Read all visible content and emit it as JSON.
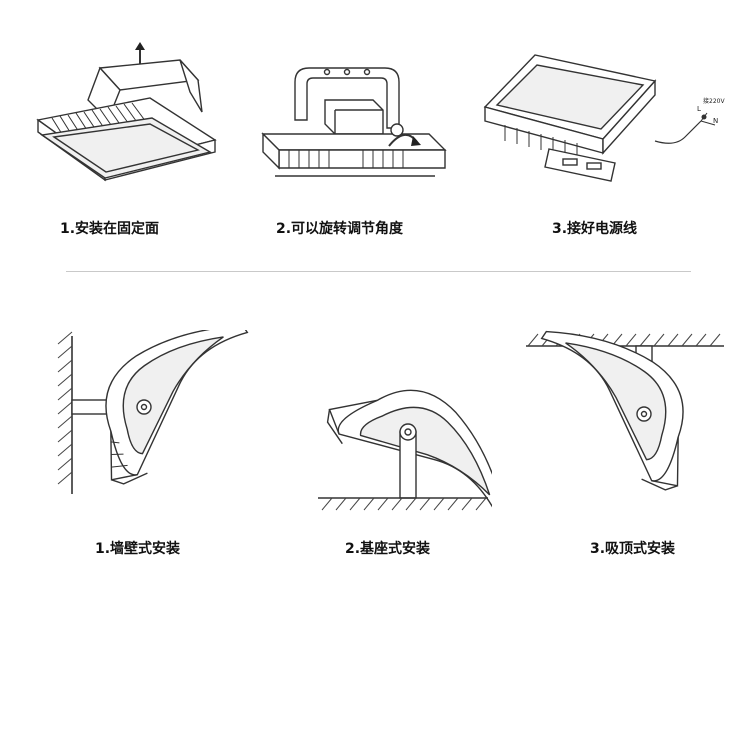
{
  "top_row": [
    {
      "caption": "1.安装在固定面",
      "icon": "fixed-surface-mount"
    },
    {
      "caption": "2.可以旋转调节角度",
      "icon": "rotate-adjust-angle"
    },
    {
      "caption": "3.接好电源线",
      "icon": "connect-power-cable"
    }
  ],
  "wire_labels": {
    "l": "L",
    "n": "N",
    "voltage": "接220V"
  },
  "bottom_row": [
    {
      "caption": "1.墙壁式安装",
      "icon": "wall-mount"
    },
    {
      "caption": "2.基座式安装",
      "icon": "base-mount"
    },
    {
      "caption": "3.吸顶式安装",
      "icon": "ceiling-mount"
    }
  ]
}
